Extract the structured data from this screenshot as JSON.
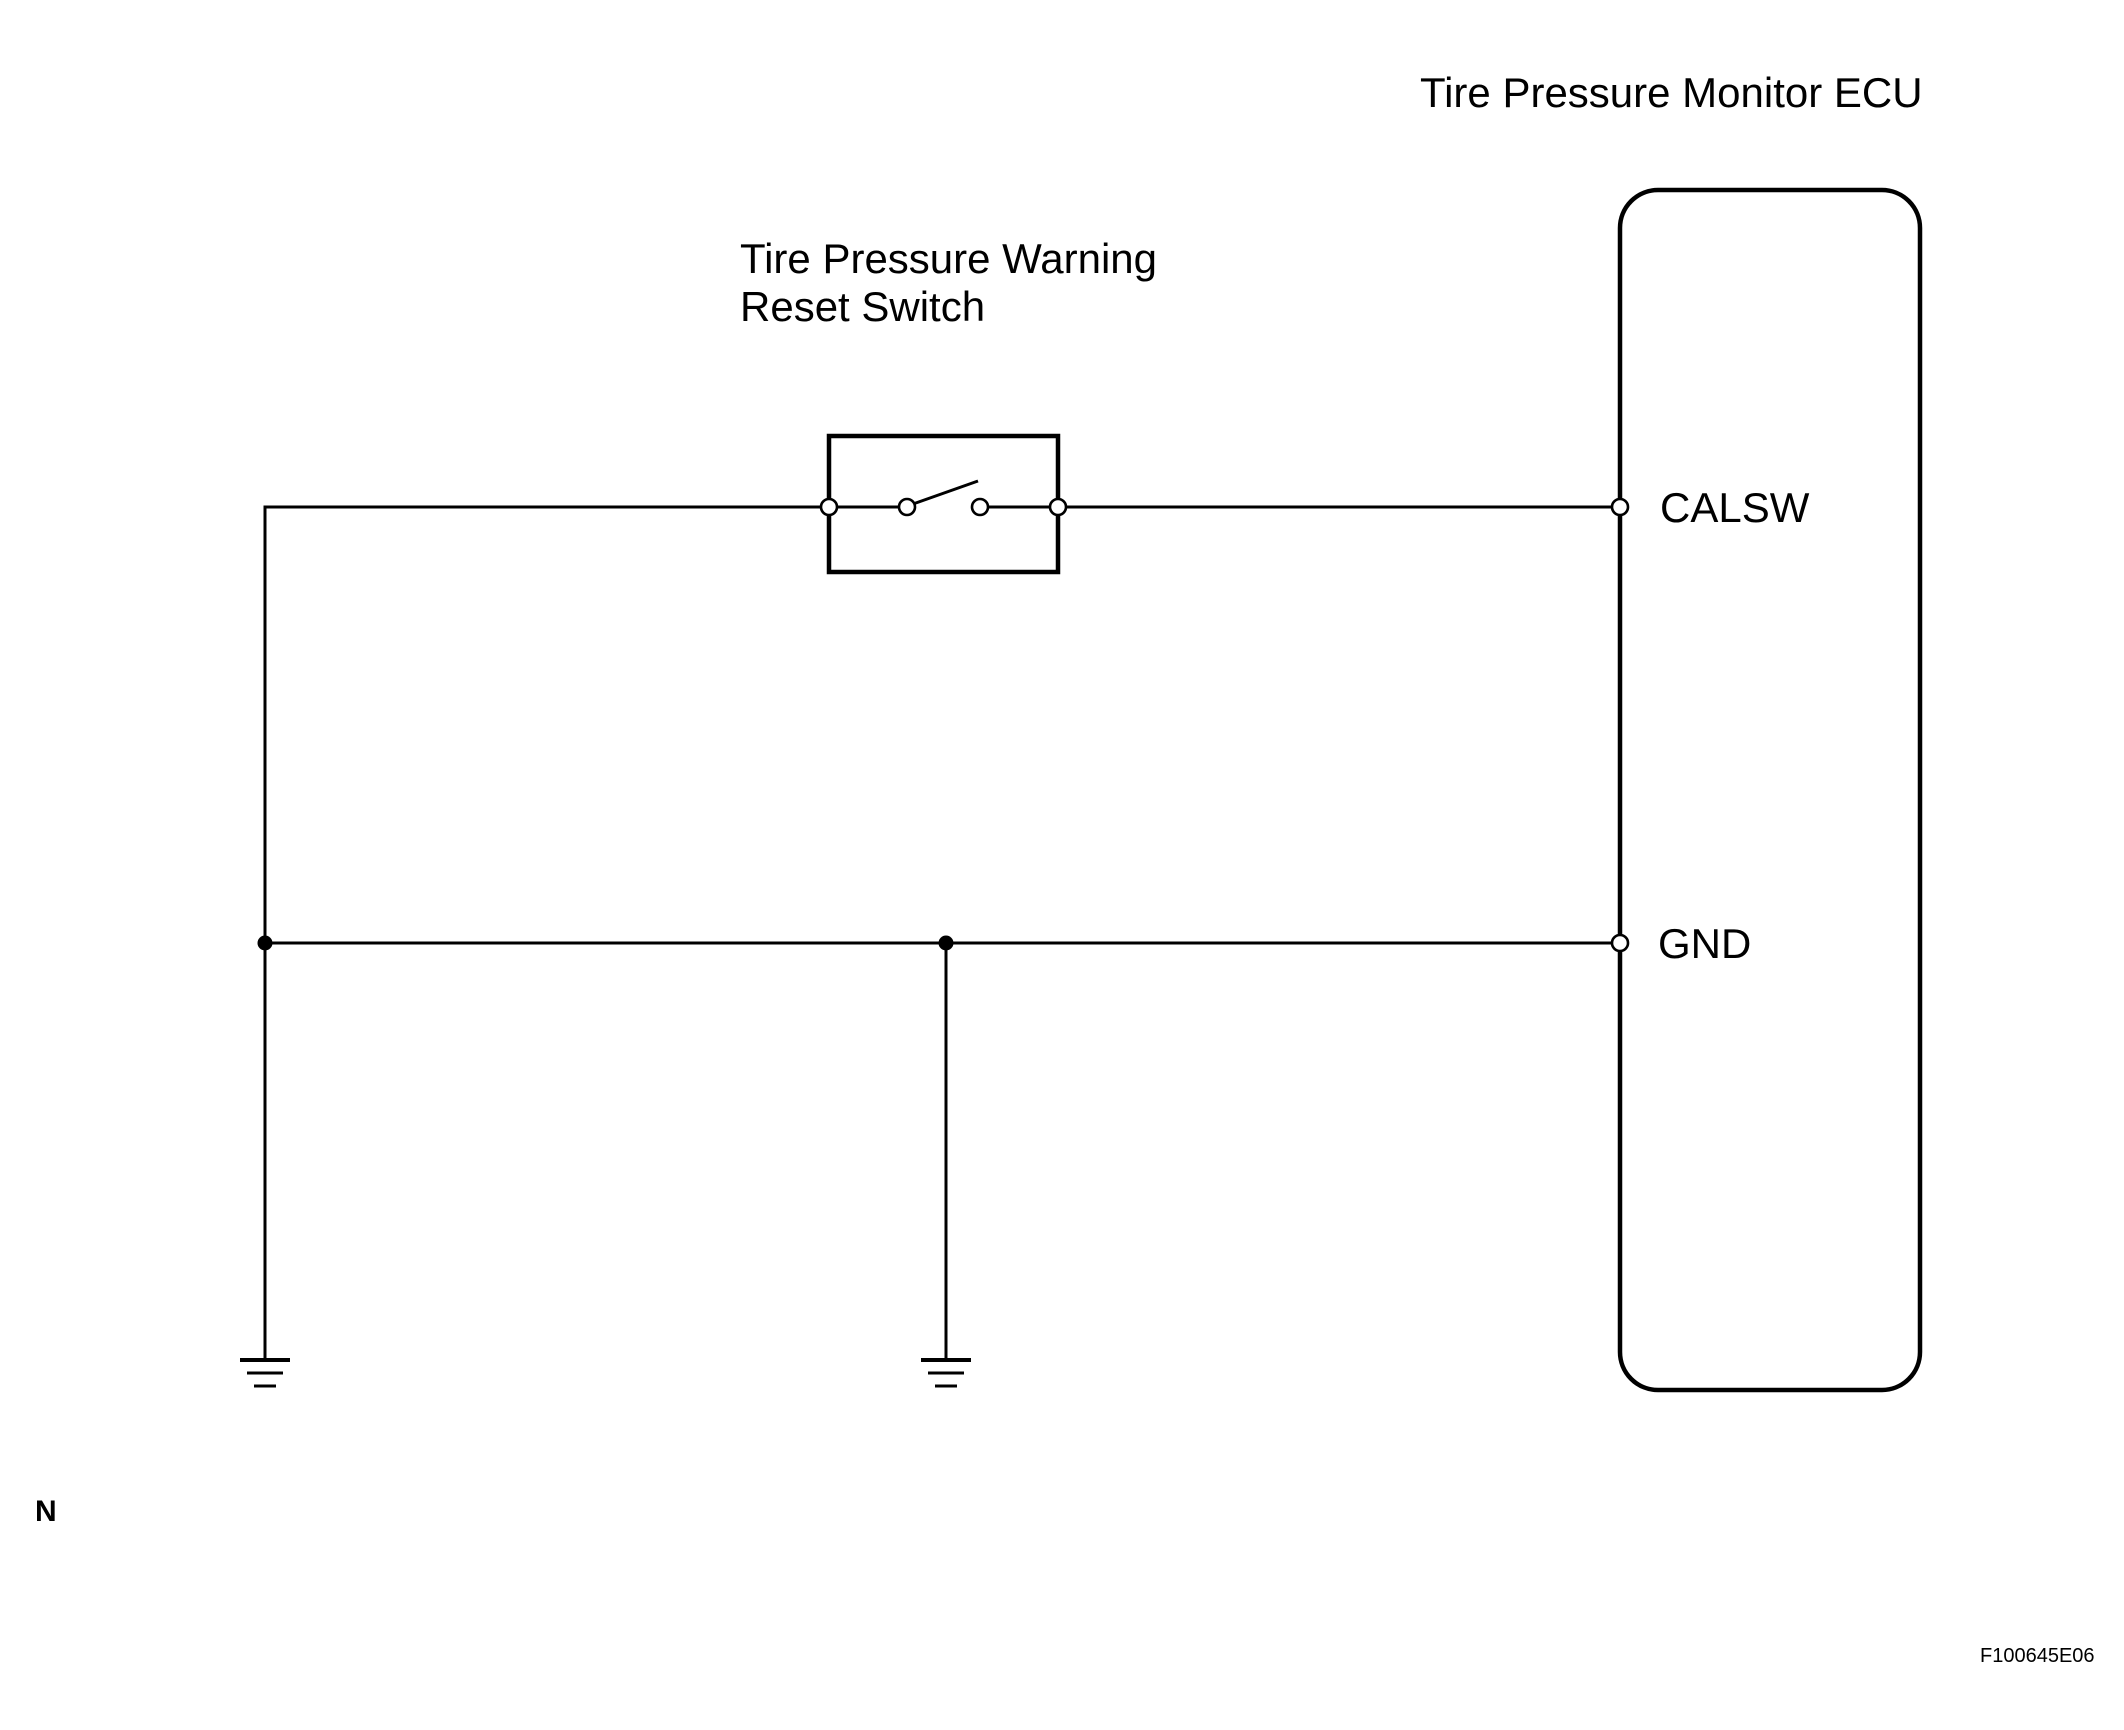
{
  "ecu": {
    "title": "Tire Pressure Monitor ECU",
    "pins": {
      "calsw": "CALSW",
      "gnd": "GND"
    }
  },
  "switch": {
    "title_line1": "Tire Pressure Warning",
    "title_line2": "Reset Switch"
  },
  "corner_mark": "N",
  "figure_code": "F100645E06"
}
